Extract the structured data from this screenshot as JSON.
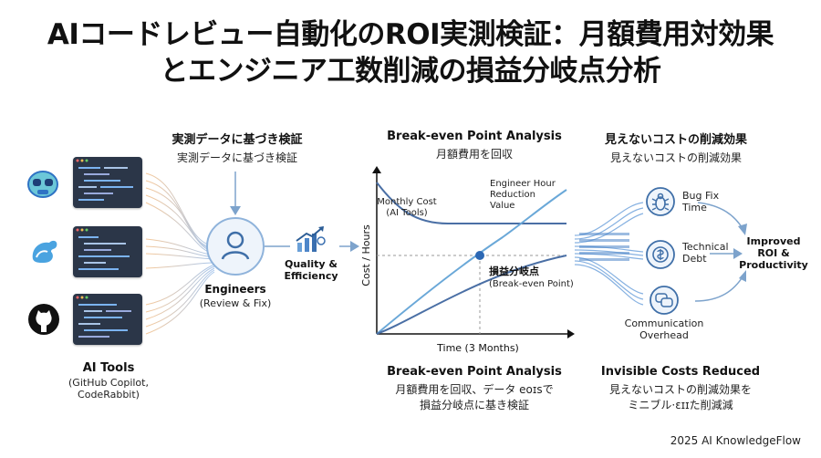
{
  "title": {
    "line1": "AIコードレビュー自動化のROI実測検証：月額費用対効果",
    "line2": "とエンジニア工数削減の損益分岐点分析"
  },
  "left": {
    "heading": "実測データに基づき検証",
    "subheading": "実測データに基づき検証",
    "engineers_label": "Engineers",
    "engineers_sub": "(Review & Fix)",
    "ai_tools_label": "AI Tools",
    "ai_tools_sub1": "(GitHub Copilot,",
    "ai_tools_sub2": "CodeRabbit)",
    "quality_label1": "Quality &",
    "quality_label2": "Efficiency"
  },
  "middle": {
    "heading": "Break-even Point Analysis",
    "subheading": "月額費用を回収",
    "bottom_heading": "Break-even Point Analysis",
    "bottom_line1": "月額費用を回収、データ eoɪsで",
    "bottom_line2": "損益分岐点に基き検証"
  },
  "right": {
    "heading": "見えないコストの削減効果",
    "subheading": "見えないコストの削減効果",
    "items": [
      {
        "label1": "Bug Fix",
        "label2": "Time"
      },
      {
        "label1": "Technical",
        "label2": "Debt"
      },
      {
        "label1": "Communication",
        "label2": "Overhead"
      }
    ],
    "result1": "Improved",
    "result2": "ROI &",
    "result3": "Productivity",
    "bottom_heading": "Invisible Costs Reduced",
    "bottom_line1": "見えないコストの削減効果を",
    "bottom_line2": "ミニブル·ɛɪɪた削減減"
  },
  "chart_data": {
    "type": "line",
    "xlabel": "Time (3 Months)",
    "ylabel": "Cost / Hours",
    "series": [
      {
        "name": "Monthly Cost (AI Tools)",
        "shape": "decaying-then-flat",
        "color": "#4a6fa5"
      },
      {
        "name": "Engineer Hour Reduction Value",
        "shape": "rising-concave",
        "color": "#6aa8d8"
      }
    ],
    "annotation": "損益分岐点",
    "annotation_sub": "(Break-even Point)",
    "series1_label1": "Monthly Cost",
    "series1_label2": "(AI Tools)",
    "series2_label1": "Engineer Hour",
    "series2_label2": "Reduction",
    "series2_label3": "Value"
  },
  "footer": "2025 AI KnowledgeFlow"
}
